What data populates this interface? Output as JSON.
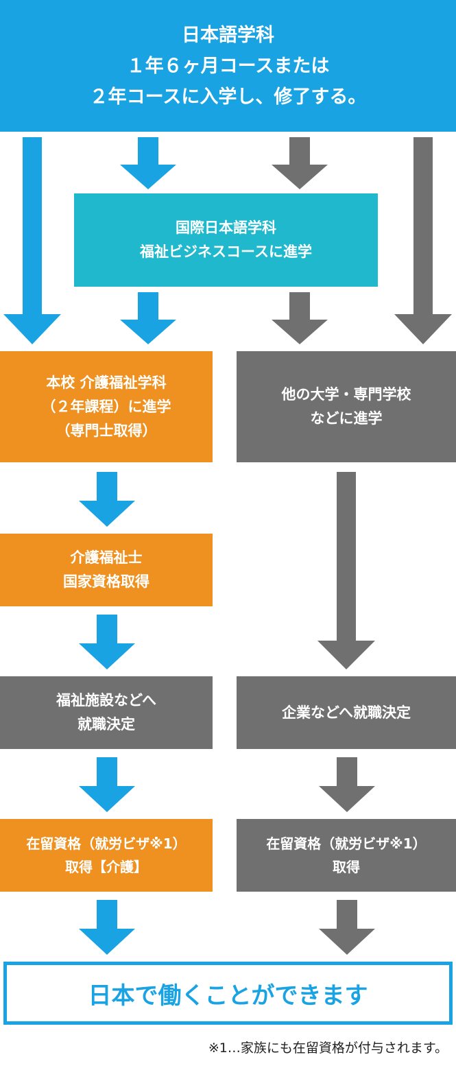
{
  "colors": {
    "blue": "#1aa3e3",
    "teal": "#1fb8cc",
    "orange": "#ee9120",
    "gray": "#707070"
  },
  "header": {
    "text": "日本語学科\n１年６ヶ月コースまたは\n２年コースに入学し、修了する。"
  },
  "international_course": {
    "text": "国際日本語学科\n福祉ビジネスコースに進学"
  },
  "care_department": {
    "text": "本校 介護福祉学科\n（２年課程）に進学\n（専門士取得）"
  },
  "other_school": {
    "text": "他の大学・専門学校\nなどに進学"
  },
  "care_worker_license": {
    "text": "介護福祉士\n国家資格取得"
  },
  "welfare_employment": {
    "text": "福祉施設などへ\n就職決定"
  },
  "company_employment": {
    "text": "企業などへ就職決定"
  },
  "visa_care": {
    "text": "在留資格（就労ビザ※1）\n取得【介護】"
  },
  "visa_general": {
    "text": "在留資格（就労ビザ※1）\n取得"
  },
  "final": {
    "text": "日本で働くことができます"
  },
  "footnote": {
    "text": "※1…家族にも在留資格が付与されます。"
  }
}
